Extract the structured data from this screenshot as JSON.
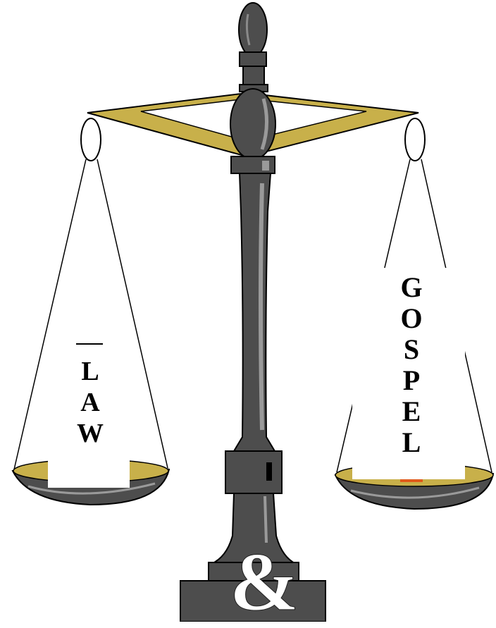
{
  "left_pan": {
    "letters": [
      "L",
      "A",
      "W"
    ]
  },
  "right_pan": {
    "letters": [
      "G",
      "O",
      "S",
      "P",
      "E",
      "L"
    ]
  },
  "center": {
    "symbol": "&"
  },
  "colors": {
    "metal": "#4d4d4d",
    "metal_highlight": "#9a9a9a",
    "brass": "#c8b04a",
    "outline": "#000000",
    "accent": "#e05a1a"
  },
  "icons": [
    "balance-scale-icon"
  ]
}
